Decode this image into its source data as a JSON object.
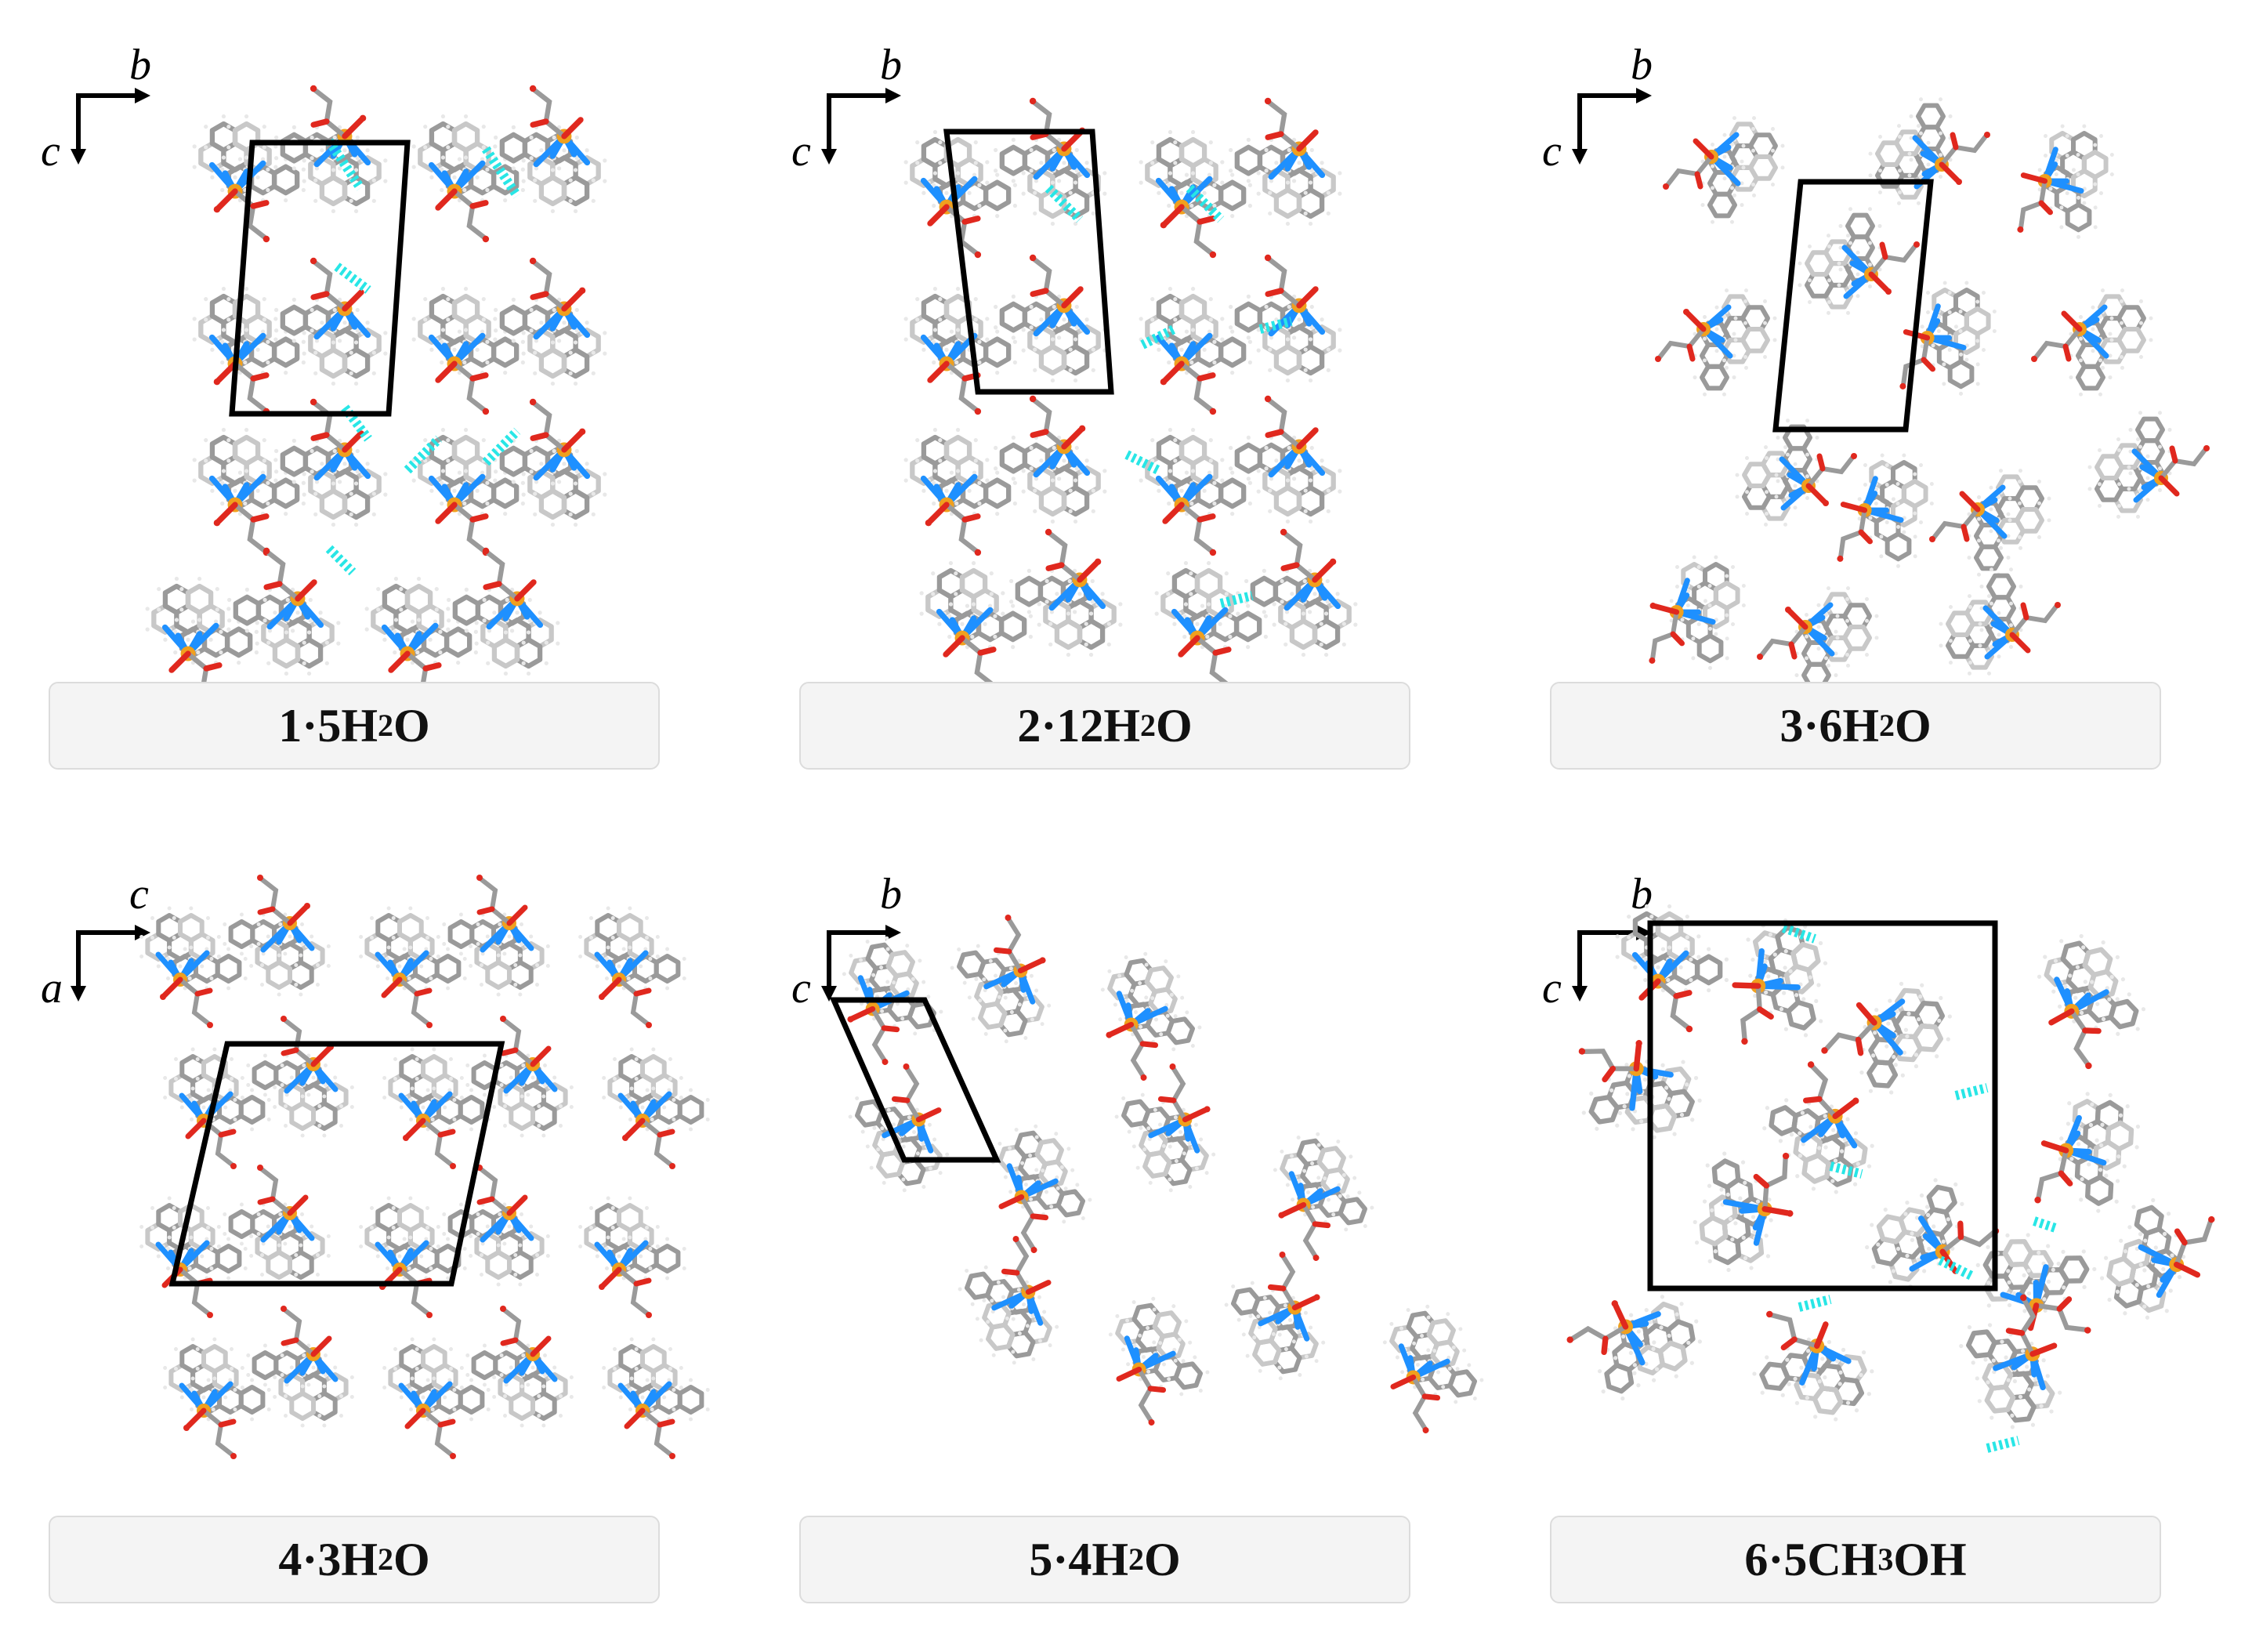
{
  "colors": {
    "carbon": "#9a9a9a",
    "carbon_light": "#c8c8c8",
    "nitrogen": "#1e90ff",
    "oxygen": "#e0281e",
    "metal": "#f0a01e",
    "hbond": "#28e6e6",
    "cell_line": "#000000",
    "caption_bg": "#f4f4f4"
  },
  "panels": [
    {
      "id": "p1",
      "axis_h": "b",
      "axis_v": "c",
      "caption": {
        "pre": "1·5H",
        "sub": "2",
        "post": "O"
      },
      "hbonds": true
    },
    {
      "id": "p2",
      "axis_h": "b",
      "axis_v": "c",
      "caption": {
        "pre": "2·12H",
        "sub": "2",
        "post": "O"
      },
      "hbonds": true
    },
    {
      "id": "p3",
      "axis_h": "b",
      "axis_v": "c",
      "caption": {
        "pre": "3·6H",
        "sub": "2",
        "post": "O"
      },
      "hbonds": false
    },
    {
      "id": "p4",
      "axis_h": "c",
      "axis_v": "a",
      "caption": {
        "pre": "4·3H",
        "sub": "2",
        "post": "O"
      },
      "hbonds": false
    },
    {
      "id": "p5",
      "axis_h": "b",
      "axis_v": "c",
      "caption": {
        "pre": "5·4H",
        "sub": "2",
        "post": "O"
      },
      "hbonds": false
    },
    {
      "id": "p6",
      "axis_h": "b",
      "axis_v": "c",
      "caption": {
        "pre": "6·5CH",
        "sub": "3",
        "post": "OH"
      },
      "hbonds": true
    }
  ]
}
